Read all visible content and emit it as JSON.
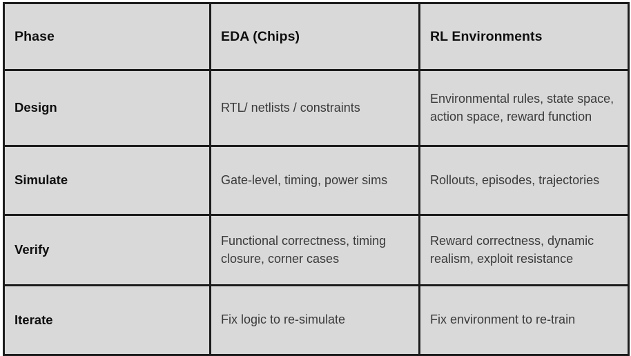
{
  "table": {
    "columns": [
      "Phase",
      "EDA (Chips)",
      "RL Environments"
    ],
    "rows": [
      {
        "phase": "Design",
        "eda": "RTL/ netlists / constraints",
        "rl": "Environmental rules, state space, action space, reward function"
      },
      {
        "phase": "Simulate",
        "eda": "Gate-level, timing, power sims",
        "rl": "Rollouts, episodes, trajectories"
      },
      {
        "phase": "Verify",
        "eda": "Functional correctness, timing closure, corner cases",
        "rl": "Reward correctness, dynamic realism, exploit resistance"
      },
      {
        "phase": "Iterate",
        "eda": "Fix logic to re-simulate",
        "rl": "Fix environment to re-train"
      }
    ]
  },
  "colors": {
    "cell_background": "#d9d9d9",
    "border": "#1c1c1c",
    "header_text": "#0f0f0f",
    "body_text": "#3a3a3a",
    "page_background": "#ffffff"
  }
}
